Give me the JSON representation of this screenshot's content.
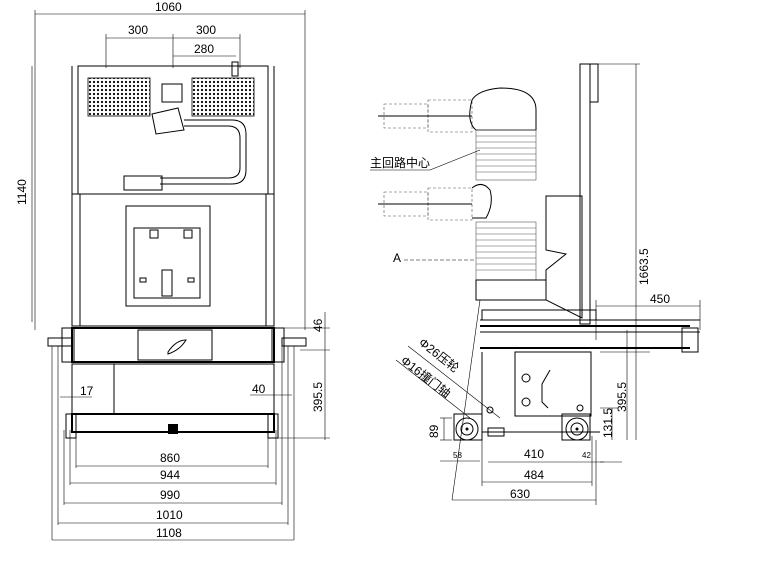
{
  "front_view": {
    "dims": {
      "overall_width": "1060",
      "top_left_300": "300",
      "top_right_300": "300",
      "top_280": "280",
      "height": "1140",
      "dim_46": "46",
      "dim_395_5": "395.5",
      "dim_17": "17",
      "dim_40": "40",
      "dim_860": "860",
      "dim_944": "944",
      "dim_990": "990",
      "dim_1010": "1010",
      "dim_1108": "1108"
    }
  },
  "side_view": {
    "labels": {
      "main_circuit_center": "主回路中心",
      "marker_a": "A",
      "press_wheel": "Φ26压轮",
      "door_shaft": "Φ16撞门轴"
    },
    "dims": {
      "dim_1663_5": "1663.5",
      "dim_450": "450",
      "dim_395_5": "395.5",
      "dim_89": "89",
      "dim_131_5": "131.5",
      "dim_58": "58",
      "dim_410": "410",
      "dim_42": "42",
      "dim_484": "484",
      "dim_630": "630"
    }
  }
}
